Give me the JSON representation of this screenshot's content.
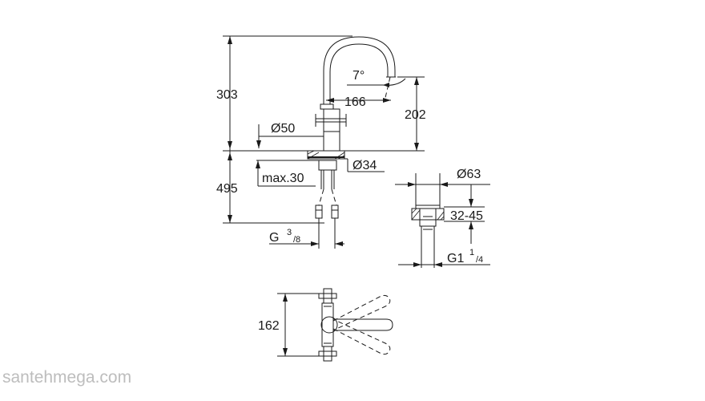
{
  "dims": {
    "height_top": "303",
    "height_bottom": "495",
    "spout_height": "202",
    "spout_reach": "166",
    "spout_angle": "7°",
    "base_diameter": "Ø50",
    "hole_diameter": "Ø34",
    "deck_thickness": "max.30",
    "connection_main": "G",
    "connection_frac_num": "3",
    "connection_frac_den": "/8",
    "waste_diameter": "Ø63",
    "waste_thickness": "32-45",
    "waste_connection_main": "G1",
    "waste_frac_num": "1",
    "waste_frac_den": "/4",
    "handle_span": "162"
  },
  "watermark": "santehmega.com"
}
